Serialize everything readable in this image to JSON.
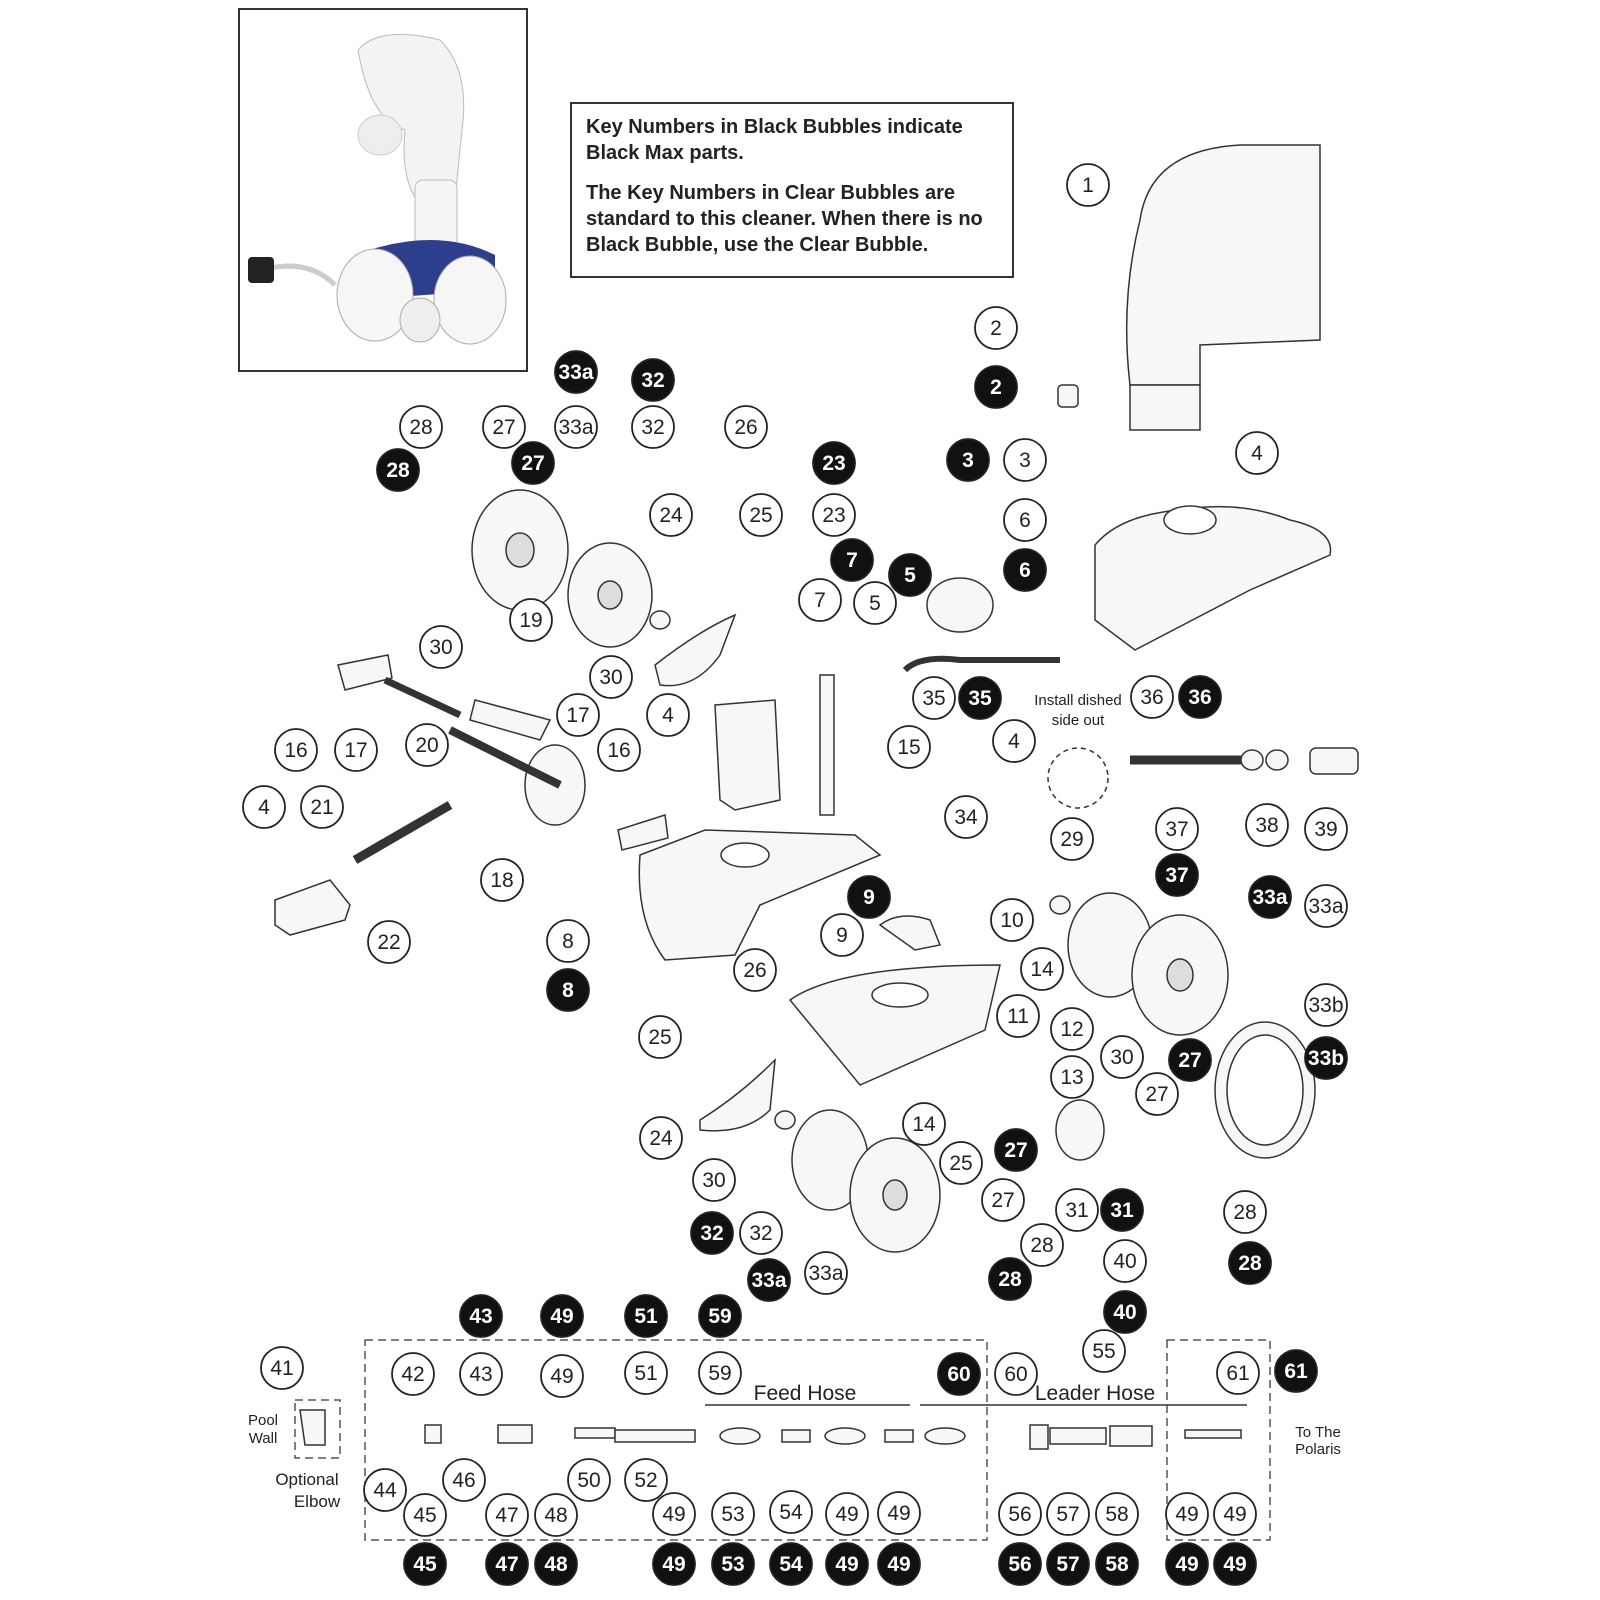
{
  "note": {
    "line1": "Key Numbers in Black Bubbles indicate Black Max parts.",
    "line2": "The Key Numbers in Clear Bubbles are standard to this cleaner. When there is no Black Bubble, use the Clear Bubble."
  },
  "labels": {
    "install": "Install dished",
    "install2": "side out",
    "feed_hose": "Feed Hose",
    "leader_hose": "Leader Hose",
    "pool": "Pool",
    "wall": "Wall",
    "optional": "Optional",
    "elbow": "Elbow",
    "to_the": "To The",
    "polaris": "Polaris"
  },
  "colors": {
    "ink": "#222222",
    "black_bubble": "#111111",
    "part_fill": "#f7f7f7"
  },
  "bubbles": [
    {
      "k": "1",
      "b": false
    },
    {
      "k": "2",
      "b": false
    },
    {
      "k": "2",
      "b": true
    },
    {
      "k": "3",
      "b": true
    },
    {
      "k": "3",
      "b": false
    },
    {
      "k": "4",
      "b": false
    },
    {
      "k": "33a",
      "b": true
    },
    {
      "k": "32",
      "b": true
    },
    {
      "k": "28",
      "b": false
    },
    {
      "k": "27",
      "b": false
    },
    {
      "k": "33a",
      "b": false
    },
    {
      "k": "32",
      "b": false
    },
    {
      "k": "26",
      "b": false
    },
    {
      "k": "28",
      "b": true
    },
    {
      "k": "27",
      "b": true
    },
    {
      "k": "23",
      "b": true
    },
    {
      "k": "24",
      "b": false
    },
    {
      "k": "25",
      "b": false
    },
    {
      "k": "23",
      "b": false
    },
    {
      "k": "6",
      "b": false
    },
    {
      "k": "7",
      "b": true
    },
    {
      "k": "5",
      "b": true
    },
    {
      "k": "6",
      "b": true
    },
    {
      "k": "30",
      "b": false
    },
    {
      "k": "19",
      "b": false
    },
    {
      "k": "7",
      "b": false
    },
    {
      "k": "5",
      "b": false
    },
    {
      "k": "30",
      "b": false
    },
    {
      "k": "35",
      "b": false
    },
    {
      "k": "35",
      "b": true
    },
    {
      "k": "36",
      "b": false
    },
    {
      "k": "36",
      "b": true
    },
    {
      "k": "16",
      "b": false
    },
    {
      "k": "17",
      "b": false
    },
    {
      "k": "20",
      "b": false
    },
    {
      "k": "17",
      "b": false
    },
    {
      "k": "4",
      "b": false
    },
    {
      "k": "16",
      "b": false
    },
    {
      "k": "15",
      "b": false
    },
    {
      "k": "4",
      "b": false
    },
    {
      "k": "4",
      "b": false
    },
    {
      "k": "21",
      "b": false
    },
    {
      "k": "34",
      "b": false
    },
    {
      "k": "37",
      "b": false
    },
    {
      "k": "38",
      "b": false
    },
    {
      "k": "39",
      "b": false
    },
    {
      "k": "29",
      "b": false
    },
    {
      "k": "18",
      "b": false
    },
    {
      "k": "37",
      "b": true
    },
    {
      "k": "9",
      "b": true
    },
    {
      "k": "33a",
      "b": true
    },
    {
      "k": "33a",
      "b": false
    },
    {
      "k": "22",
      "b": false
    },
    {
      "k": "10",
      "b": false
    },
    {
      "k": "8",
      "b": false
    },
    {
      "k": "9",
      "b": false
    },
    {
      "k": "8",
      "b": true
    },
    {
      "k": "26",
      "b": false
    },
    {
      "k": "14",
      "b": false
    },
    {
      "k": "33b",
      "b": false
    },
    {
      "k": "11",
      "b": false
    },
    {
      "k": "25",
      "b": false
    },
    {
      "k": "12",
      "b": false
    },
    {
      "k": "30",
      "b": false
    },
    {
      "k": "33b",
      "b": true
    },
    {
      "k": "27",
      "b": true
    },
    {
      "k": "13",
      "b": false
    },
    {
      "k": "27",
      "b": false
    },
    {
      "k": "24",
      "b": false
    },
    {
      "k": "14",
      "b": false
    },
    {
      "k": "25",
      "b": false
    },
    {
      "k": "27",
      "b": true
    },
    {
      "k": "30",
      "b": false
    },
    {
      "k": "27",
      "b": false
    },
    {
      "k": "31",
      "b": false
    },
    {
      "k": "31",
      "b": true
    },
    {
      "k": "28",
      "b": false
    },
    {
      "k": "32",
      "b": true
    },
    {
      "k": "32",
      "b": false
    },
    {
      "k": "28",
      "b": false
    },
    {
      "k": "33a",
      "b": true
    },
    {
      "k": "33a",
      "b": false
    },
    {
      "k": "28",
      "b": true
    },
    {
      "k": "28",
      "b": true
    },
    {
      "k": "40",
      "b": false
    },
    {
      "k": "40",
      "b": true
    },
    {
      "k": "43",
      "b": true
    },
    {
      "k": "49",
      "b": true
    },
    {
      "k": "51",
      "b": true
    },
    {
      "k": "59",
      "b": true
    },
    {
      "k": "55",
      "b": false
    },
    {
      "k": "41",
      "b": false
    },
    {
      "k": "42",
      "b": false
    },
    {
      "k": "43",
      "b": false
    },
    {
      "k": "49",
      "b": false
    },
    {
      "k": "51",
      "b": false
    },
    {
      "k": "59",
      "b": false
    },
    {
      "k": "60",
      "b": true
    },
    {
      "k": "60",
      "b": false
    },
    {
      "k": "61",
      "b": false
    },
    {
      "k": "61",
      "b": true
    },
    {
      "k": "44",
      "b": false
    },
    {
      "k": "46",
      "b": false
    },
    {
      "k": "50",
      "b": false
    },
    {
      "k": "52",
      "b": false
    },
    {
      "k": "45",
      "b": false
    },
    {
      "k": "47",
      "b": false
    },
    {
      "k": "48",
      "b": false
    },
    {
      "k": "49",
      "b": false
    },
    {
      "k": "53",
      "b": false
    },
    {
      "k": "54",
      "b": false
    },
    {
      "k": "49",
      "b": false
    },
    {
      "k": "49",
      "b": false
    },
    {
      "k": "56",
      "b": false
    },
    {
      "k": "57",
      "b": false
    },
    {
      "k": "58",
      "b": false
    },
    {
      "k": "49",
      "b": false
    },
    {
      "k": "49",
      "b": false
    },
    {
      "k": "45",
      "b": true
    },
    {
      "k": "47",
      "b": true
    },
    {
      "k": "48",
      "b": true
    },
    {
      "k": "49",
      "b": true
    },
    {
      "k": "53",
      "b": true
    },
    {
      "k": "54",
      "b": true
    },
    {
      "k": "49",
      "b": true
    },
    {
      "k": "49",
      "b": true
    },
    {
      "k": "56",
      "b": true
    },
    {
      "k": "57",
      "b": true
    },
    {
      "k": "58",
      "b": true
    },
    {
      "k": "49",
      "b": true
    },
    {
      "k": "49",
      "b": true
    }
  ]
}
